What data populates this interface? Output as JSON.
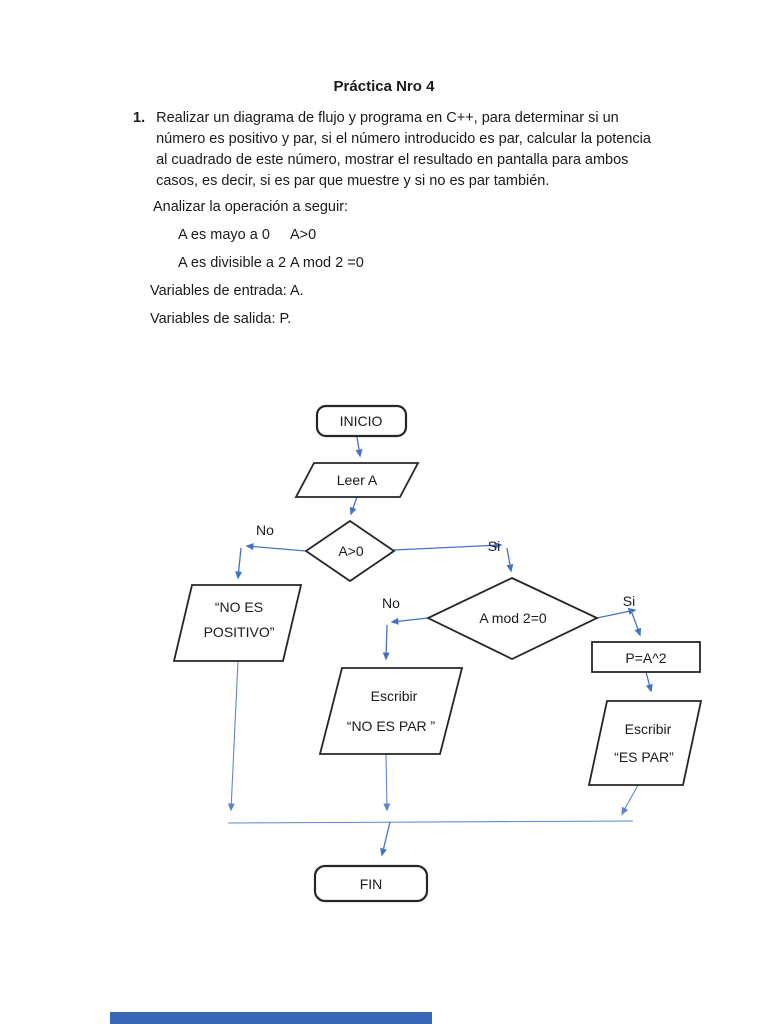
{
  "doc": {
    "title": "Práctica Nro 4",
    "item_number": "1.",
    "paragraph": "Realizar un diagrama de flujo y programa en C++, para determinar si un número es positivo y par, si el número introducido es par, calcular la potencia al cuadrado de este número, mostrar el resultado en pantalla para ambos casos, es decir, si es par que muestre y si no es par también.",
    "analysis_heading": "Analizar la operación a seguir:",
    "analysis_rows": [
      {
        "left": "A es mayo a 0",
        "right": "A>0"
      },
      {
        "left": "A es divisible a 2",
        "right": "A mod 2 =0"
      }
    ],
    "variables_in": "Variables de entrada: A.",
    "variables_out": "Variables de salida: P."
  },
  "flowchart": {
    "nodes": {
      "inicio": "INICIO",
      "leer": "Leer A",
      "cond1": "A>0",
      "no_positivo_line1": "“NO ES",
      "no_positivo_line2": "POSITIVO”",
      "cond2": "A mod 2=0",
      "asignacion": "P=A^2",
      "escribir_nopar_line1": "Escribir",
      "escribir_nopar_line2": "“NO ES PAR ”",
      "escribir_par_line1": "Escribir",
      "escribir_par_line2": "“ES PAR”",
      "fin": "FIN"
    },
    "edge_labels": {
      "no1": "No",
      "si1": "Si",
      "no2": "No",
      "si2": "Si"
    },
    "colors": {
      "arrow": "#4472C4",
      "shape_border": "#262626",
      "footer_bar": "#3a67b5"
    }
  }
}
